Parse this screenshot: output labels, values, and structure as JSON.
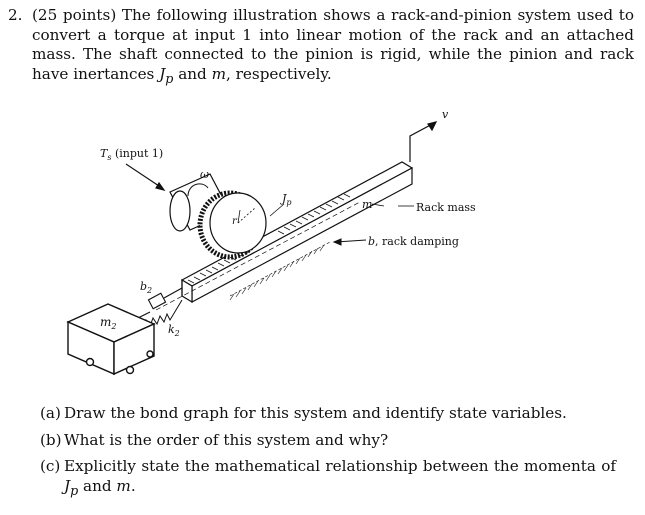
{
  "problem": {
    "number": "2.",
    "text_a": "(25 points) The following illustration shows a rack-and-pinion system used to convert a torque at input 1 into linear motion of the rack and an attached mass. The shaft connected to the pinion is rigid, while the pinion and rack have inertances ",
    "jp": "J",
    "jp_sub": "p",
    "text_b": " and ",
    "m": "m",
    "text_c": ", respectively."
  },
  "figure": {
    "torque_label": "T",
    "torque_sub": "s",
    "torque_rest": " (input 1)",
    "omega": "ω",
    "radius": "r",
    "jp": "J",
    "jp_sub": "p",
    "m_label": "m",
    "rack_mass": "Rack mass",
    "v": "v",
    "b_label": "b",
    "b_rest": ", rack damping",
    "b2": "b",
    "b2_sub": "2",
    "k2": "k",
    "k2_sub": "2",
    "m2": "m",
    "m2_sub": "2"
  },
  "parts": [
    {
      "label": "(a)",
      "text": "Draw the bond graph for this system and identify state variables."
    },
    {
      "label": "(b)",
      "text": "What is the order of this system and why?"
    },
    {
      "label": "(c)",
      "text_a": "Explicitly state the mathematical relationship between the momenta of ",
      "jp": "J",
      "jp_sub": "p",
      "text_b": " and ",
      "m": "m",
      "text_c": "."
    }
  ]
}
